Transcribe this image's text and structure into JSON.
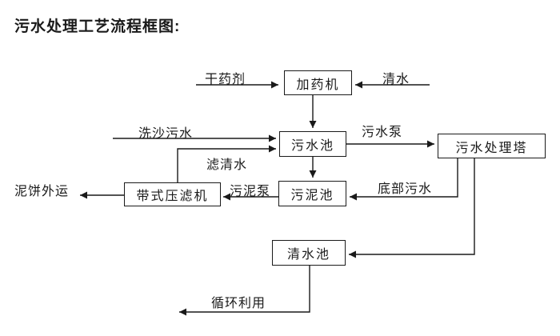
{
  "title": "污水处理工艺流程框图:",
  "diagram": {
    "line_color": "#1a1a1a",
    "nodes": [
      {
        "id": "dosing-machine",
        "label": "加药机"
      },
      {
        "id": "sewage-pool",
        "label": "污水池"
      },
      {
        "id": "sewage-treatment-tower",
        "label": "污水处理塔"
      },
      {
        "id": "sludge-pool",
        "label": "污泥池"
      },
      {
        "id": "belt-filter-press",
        "label": "带式压滤机"
      },
      {
        "id": "clear-water-pool",
        "label": "清水池"
      }
    ],
    "edge_labels": [
      {
        "id": "dry-agent",
        "label": "干药剂"
      },
      {
        "id": "clear-water",
        "label": "清水"
      },
      {
        "id": "sand-washing-sewage",
        "label": "洗沙污水"
      },
      {
        "id": "sewage-pump",
        "label": "污水泵"
      },
      {
        "id": "filtered-water",
        "label": "滤清水"
      },
      {
        "id": "sludge-pump",
        "label": "污泥泵"
      },
      {
        "id": "bottom-sewage",
        "label": "底部污水"
      },
      {
        "id": "mud-cake-outbound",
        "label": "泥饼外运"
      },
      {
        "id": "recycling",
        "label": "循环利用"
      }
    ]
  }
}
